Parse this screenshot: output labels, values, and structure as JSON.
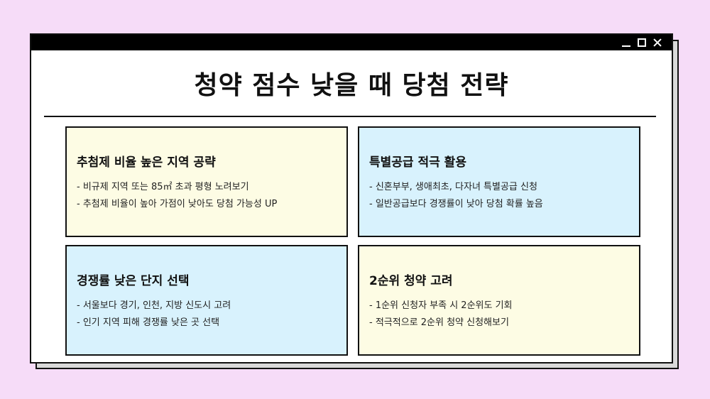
{
  "window": {
    "controls": [
      "minimize-icon",
      "maximize-icon",
      "close-icon"
    ]
  },
  "title": "청약 점수 낮을 때 당첨 전략",
  "colors": {
    "background": "#f6dcf8",
    "card_yellow": "#fdfce4",
    "card_blue": "#d8f2fd",
    "titlebar": "#000000"
  },
  "cards": [
    {
      "heading": "추첨제 비율 높은 지역 공략",
      "items": [
        "- 비규제 지역 또는 85㎡ 초과 평형 노려보기",
        "- 추첨제 비율이 높아 가점이 낮아도 당첨 가능성 UP"
      ]
    },
    {
      "heading": "특별공급 적극 활용",
      "items": [
        "- 신혼부부, 생애최초, 다자녀 특별공급 신청",
        "- 일반공급보다 경쟁률이 낮아 당첨 확률 높음"
      ]
    },
    {
      "heading": "경쟁률 낮은 단지 선택",
      "items": [
        "- 서울보다 경기, 인천, 지방 신도시 고려",
        "- 인기 지역 피해 경쟁률 낮은 곳 선택"
      ]
    },
    {
      "heading": "2순위 청약 고려",
      "items": [
        "- 1순위 신청자 부족 시 2순위도 기회",
        "- 적극적으로 2순위 청약 신청해보기"
      ]
    }
  ]
}
